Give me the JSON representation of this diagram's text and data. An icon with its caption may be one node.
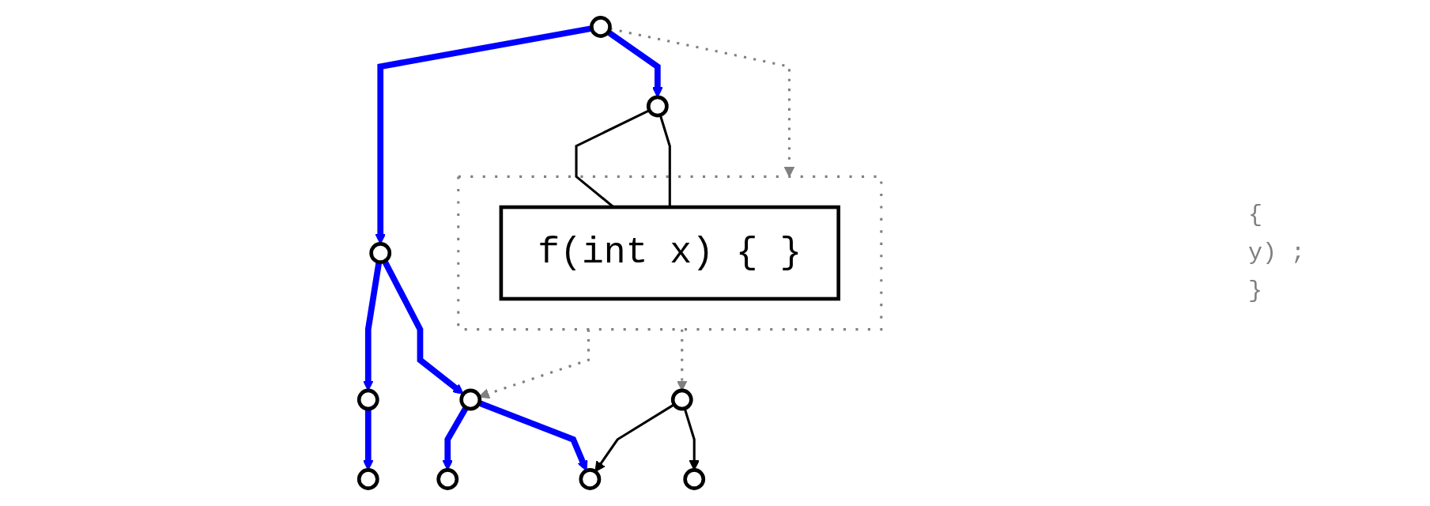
{
  "diagram": {
    "nodes": [
      {
        "text": [],
        "shape": "circle"
      },
      {
        "text": [],
        "shape": "circle"
      },
      {
        "text": [],
        "shape": "circle"
      },
      {
        "text": [],
        "shape": "circle"
      },
      {
        "text": [],
        "shape": "circle"
      },
      {
        "text": [],
        "shape": "circle"
      },
      {
        "text": [],
        "shape": "circle"
      },
      {
        "text": [],
        "shape": "circle"
      },
      {
        "text": [],
        "shape": "circle"
      },
      {
        "text": [],
        "shape": "circle"
      },
      {
        "text": [],
        "shape": "box"
      },
      {
        "text": [
          "f(int x) { }"
        ],
        "in": 10
      }
    ],
    "edges": [
      {
        "from": 0,
        "to": 1,
        "arrow": "to",
        "style": "thick",
        "color": "#0000ff"
      },
      {
        "from": 0,
        "to": 2,
        "arrow": "to",
        "style": "thick",
        "color": "#0000ff"
      },
      {
        "from": 0,
        "to": 10,
        "arrow": "to",
        "style": "dashed",
        "color": "#808080"
      },
      {
        "from": 1,
        "to": 3,
        "arrow": "to",
        "style": "thick",
        "color": "#0000ff"
      },
      {
        "from": 1,
        "to": 4,
        "arrow": "to",
        "style": "thick",
        "color": "#0000ff"
      },
      {
        "from": 10,
        "to": 4,
        "arrow": "to",
        "style": "dashed",
        "color": "#808080"
      },
      {
        "from": 10,
        "to": 5,
        "arrow": "to",
        "style": "dashed",
        "color": "#808080"
      },
      {
        "from": 3,
        "to": 6,
        "arrow": "to",
        "style": "thick",
        "color": "#0000ff"
      },
      {
        "from": 4,
        "to": 7,
        "arrow": "to",
        "style": "thick",
        "color": "#0000ff"
      },
      {
        "from": 4,
        "to": 8,
        "arrow": "to",
        "style": "thick",
        "color": "#0000ff"
      },
      {
        "from": 5,
        "to": 8,
        "arrow": "to",
        "color": "#000000"
      },
      {
        "from": 5,
        "to": 9,
        "arrow": "to",
        "color": "#000000"
      },
      {
        "from": 2,
        "to": 11,
        "arrow": "none",
        "color": "#000000"
      },
      {
        "from": 2,
        "to": 11,
        "arrow": "none",
        "color": "#000000"
      }
    ],
    "labels": [
      "{",
      "y) ;",
      "}"
    ]
  }
}
